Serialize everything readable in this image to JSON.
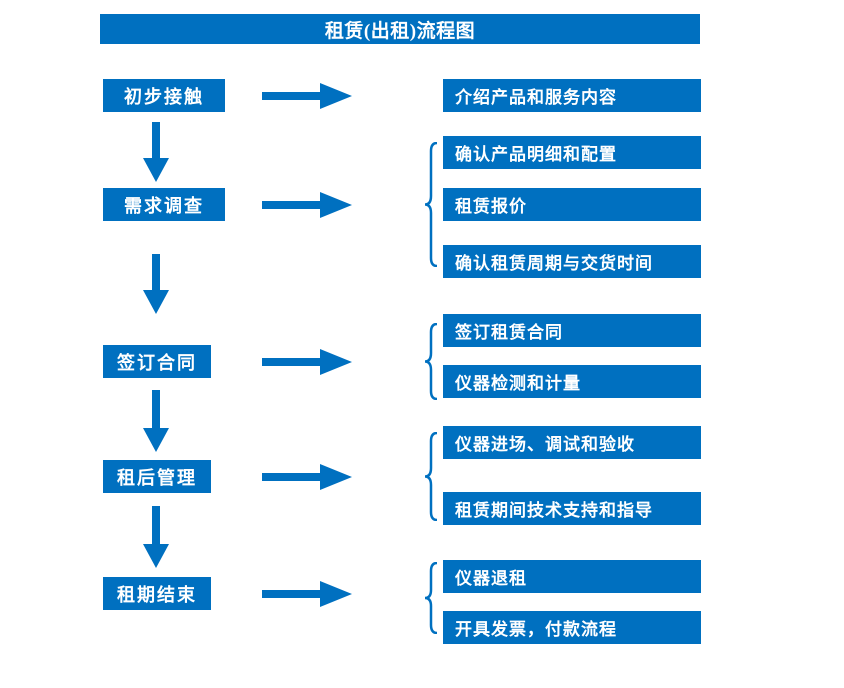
{
  "title": "租赁(出租)流程图",
  "colors": {
    "primary_blue": "#0070C0",
    "text_white": "#FFFFFF",
    "background": "#FFFFFF"
  },
  "stages": [
    {
      "label": "初步接触",
      "outputs": [
        "介绍产品和服务内容"
      ]
    },
    {
      "label": "需求调查",
      "outputs": [
        "确认产品明细和配置",
        "租赁报价",
        "确认租赁周期与交货时间"
      ]
    },
    {
      "label": "签订合同",
      "outputs": [
        "签订租赁合同",
        "仪器检测和计量"
      ]
    },
    {
      "label": "租后管理",
      "outputs": [
        "仪器进场、调试和验收",
        "租赁期间技术支持和指导"
      ]
    },
    {
      "label": "租期结束",
      "outputs": [
        "仪器退租",
        "开具发票，付款流程"
      ]
    }
  ]
}
